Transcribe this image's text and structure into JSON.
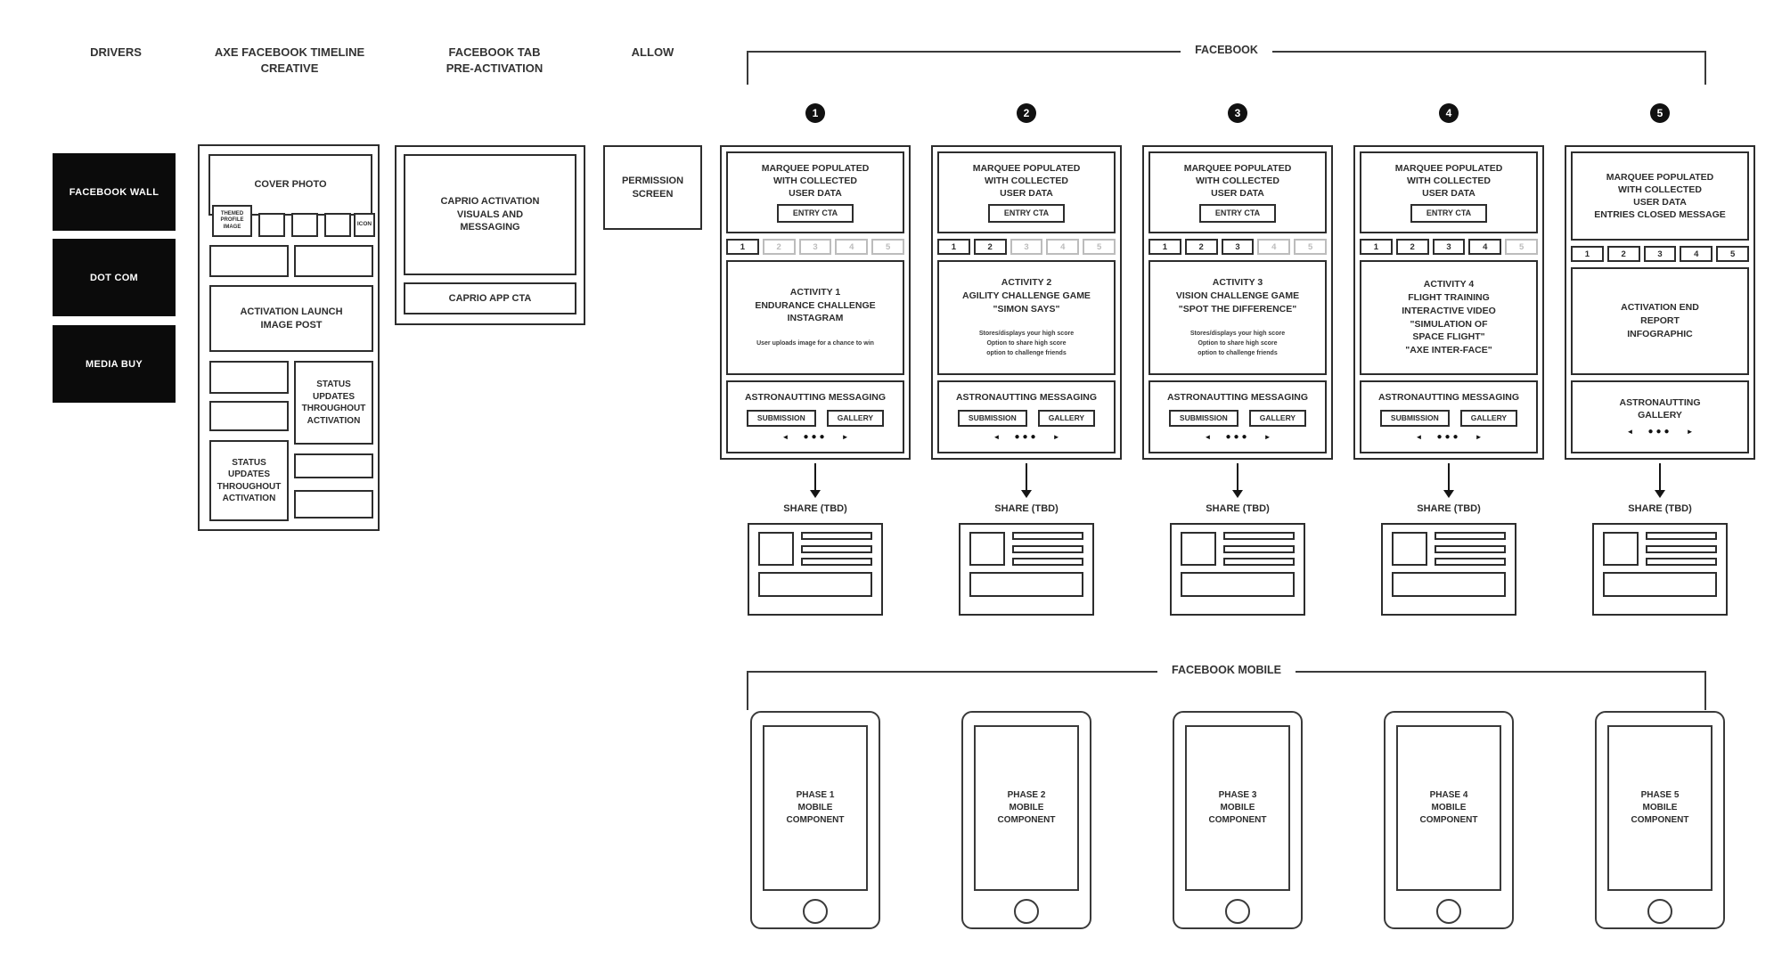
{
  "colors": {
    "line": "#2d2d2d",
    "inactive_tab": "#bcbcbc",
    "driver_bg": "#0b0b0b"
  },
  "header": {
    "drivers_label": "DRIVERS",
    "timeline_label": "AXE FACEBOOK TIMELINE\nCREATIVE",
    "preactivation_label": "FACEBOOK TAB\nPRE-ACTIVATION",
    "allow_label": "ALLOW",
    "facebook_bracket_label": "FACEBOOK",
    "facebook_mobile_bracket_label": "FACEBOOK MOBILE"
  },
  "drivers": {
    "items": [
      {
        "label": "FACEBOOK WALL"
      },
      {
        "label": "DOT COM"
      },
      {
        "label": "MEDIA BUY"
      }
    ]
  },
  "timeline_creative": {
    "cover_photo_label": "COVER PHOTO",
    "themed_profile_label": "THEMED\nPROFILE\nIMAGE",
    "icon_label": "ICON",
    "activation_launch_label": "ACTIVATION LAUNCH\nIMAGE POST",
    "status_updates_left": "STATUS\nUPDATES\nTHROUGHOUT\nACTIVATION",
    "status_updates_right": "STATUS\nUPDATES\nTHROUGHOUT\nACTIVATION"
  },
  "preactivation": {
    "visuals_label": "CAPRIO ACTIVATION\nVISUALS AND\nMESSAGING",
    "app_cta_label": "CAPRIO APP CTA"
  },
  "permission": {
    "label": "PERMISSION\nSCREEN"
  },
  "icons": {
    "carousel_prev": "◄",
    "carousel_next": "►",
    "carousel_dots": "●●●"
  },
  "phases": [
    {
      "number": "1",
      "marquee": "MARQUEE POPULATED\nWITH COLLECTED\nUSER DATA",
      "entry_cta": "ENTRY CTA",
      "tabs": [
        "1",
        "2",
        "3",
        "4",
        "5"
      ],
      "activity_title": "ACTIVITY 1\nENDURANCE CHALLENGE\nINSTAGRAM",
      "activity_note": "User uploads image for a chance to win",
      "messaging_label": "ASTRONAUTTING MESSAGING",
      "submission_button": "SUBMISSION",
      "gallery_button": "GALLERY",
      "share_label": "SHARE (TBD)",
      "mobile_label": "PHASE 1\nMOBILE\nCOMPONENT"
    },
    {
      "number": "2",
      "marquee": "MARQUEE POPULATED\nWITH COLLECTED\nUSER DATA",
      "entry_cta": "ENTRY CTA",
      "tabs": [
        "1",
        "2",
        "3",
        "4",
        "5"
      ],
      "activity_title": "ACTIVITY 2\nAGILITY CHALLENGE GAME\n\"SIMON SAYS\"",
      "activity_note": "Stores/displays your high score\nOption to share high score\noption to challenge friends",
      "messaging_label": "ASTRONAUTTING MESSAGING",
      "submission_button": "SUBMISSION",
      "gallery_button": "GALLERY",
      "share_label": "SHARE (TBD)",
      "mobile_label": "PHASE 2\nMOBILE\nCOMPONENT"
    },
    {
      "number": "3",
      "marquee": "MARQUEE POPULATED\nWITH COLLECTED\nUSER DATA",
      "entry_cta": "ENTRY CTA",
      "tabs": [
        "1",
        "2",
        "3",
        "4",
        "5"
      ],
      "activity_title": "ACTIVITY 3\nVISION CHALLENGE GAME\n\"SPOT THE DIFFERENCE\"",
      "activity_note": "Stores/displays your high score\nOption to share high score\noption to challenge friends",
      "messaging_label": "ASTRONAUTTING MESSAGING",
      "submission_button": "SUBMISSION",
      "gallery_button": "GALLERY",
      "share_label": "SHARE (TBD)",
      "mobile_label": "PHASE 3\nMOBILE\nCOMPONENT"
    },
    {
      "number": "4",
      "marquee": "MARQUEE POPULATED\nWITH COLLECTED\nUSER DATA",
      "entry_cta": "ENTRY CTA",
      "tabs": [
        "1",
        "2",
        "3",
        "4",
        "5"
      ],
      "activity_title": "ACTIVITY 4\nFLIGHT TRAINING\nINTERACTIVE VIDEO\n\"SIMULATION OF\nSPACE FLIGHT\"\n\"AXE INTER-FACE\"",
      "activity_note": "",
      "messaging_label": "ASTRONAUTTING MESSAGING",
      "submission_button": "SUBMISSION",
      "gallery_button": "GALLERY",
      "share_label": "SHARE (TBD)",
      "mobile_label": "PHASE 4\nMOBILE\nCOMPONENT"
    },
    {
      "number": "5",
      "marquee": "MARQUEE POPULATED\nWITH COLLECTED\nUSER DATA\nENTRIES CLOSED MESSAGE",
      "entry_cta": "",
      "tabs": [
        "1",
        "2",
        "3",
        "4",
        "5"
      ],
      "activity_title": "ACTIVATION END\nREPORT\nINFOGRAPHIC",
      "activity_note": "",
      "messaging_label": "ASTRONAUTTING\nGALLERY",
      "submission_button": "",
      "gallery_button": "",
      "share_label": "SHARE (TBD)",
      "mobile_label": "PHASE 5\nMOBILE\nCOMPONENT"
    }
  ]
}
